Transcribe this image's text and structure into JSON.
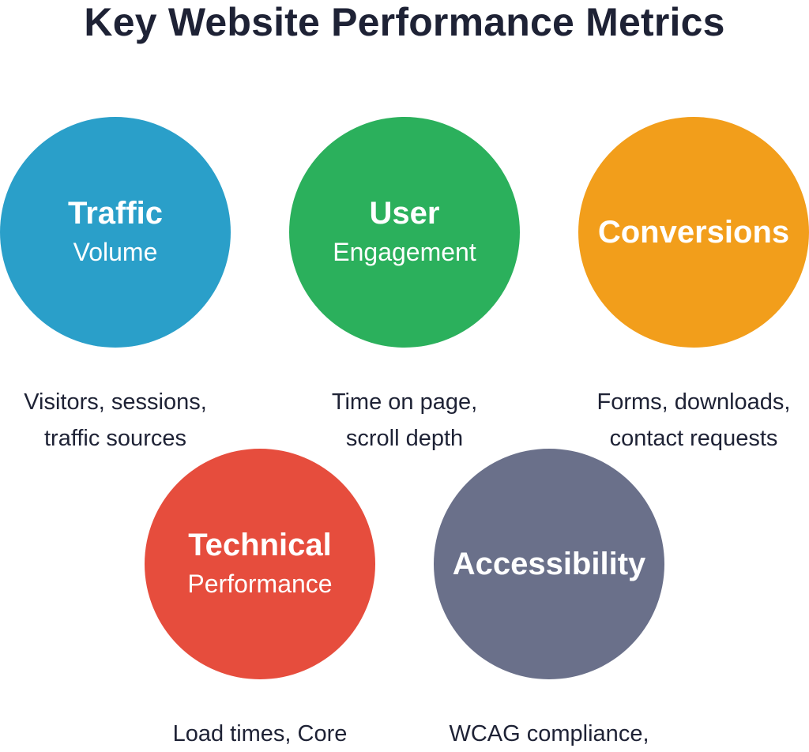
{
  "title": "Key Website Performance Metrics",
  "metrics": [
    {
      "name": "Traffic",
      "subtitle": "Volume",
      "color": "#2a9fc9",
      "description": [
        "Visitors, sessions,",
        "traffic sources"
      ]
    },
    {
      "name": "User",
      "subtitle": "Engagement",
      "color": "#2bb05c",
      "description": [
        "Time on page,",
        "scroll depth"
      ]
    },
    {
      "name": "Conversions",
      "subtitle": "",
      "color": "#f29e1b",
      "description": [
        "Forms, downloads,",
        "contact requests"
      ]
    },
    {
      "name": "Technical",
      "subtitle": "Performance",
      "color": "#e64d3d",
      "description": [
        "Load times, Core"
      ]
    },
    {
      "name": "Accessibility",
      "subtitle": "",
      "color": "#6a708a",
      "description": [
        "WCAG compliance,"
      ]
    }
  ]
}
